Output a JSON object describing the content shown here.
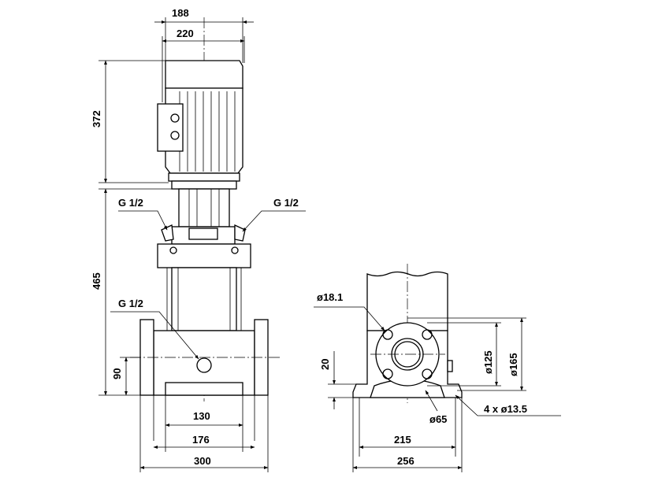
{
  "dimensions": {
    "motor_width": "188",
    "flange_width": "220",
    "motor_height": "372",
    "pump_height": "465",
    "inlet_height": "90",
    "foot_holes_inner": "130",
    "foot_holes_outer": "176",
    "base_width": "300",
    "port_top_left": "G 1/2",
    "port_top_right": "G 1/2",
    "port_drain": "G 1/2",
    "bolt_circle_small": "ø18.1",
    "flange_offset": "20",
    "bolt_circle": "ø125",
    "flange_diameter": "ø165",
    "bore": "ø65",
    "base_holes": "4 x ø13.5",
    "base_hole_spacing": "215",
    "base_width_side": "256"
  }
}
